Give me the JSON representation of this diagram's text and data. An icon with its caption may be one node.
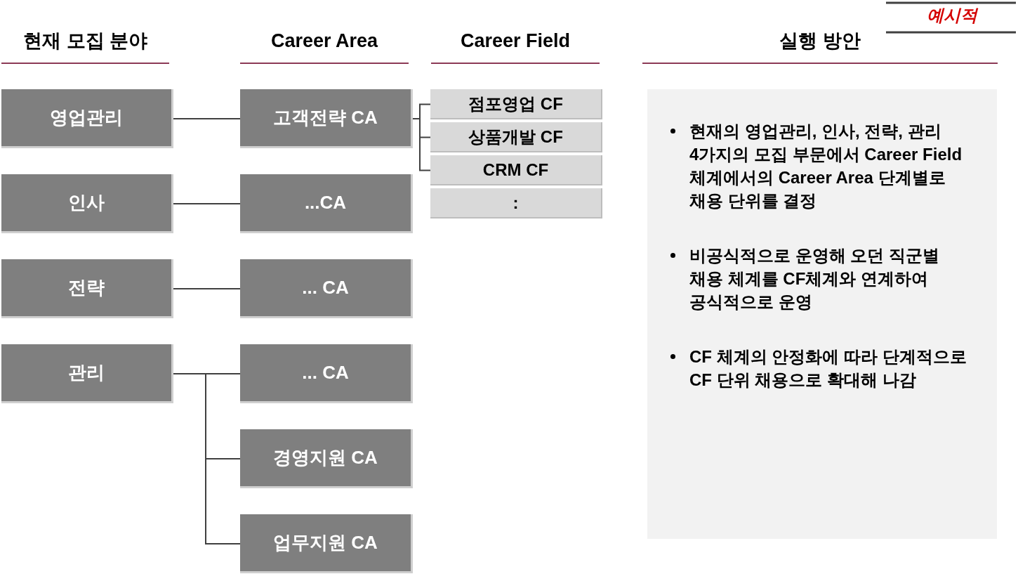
{
  "diagram": {
    "nodes": [
      {
        "text": [
          "영업관리"
        ]
      },
      {
        "text": [
          "인사"
        ]
      },
      {
        "text": [
          "전략"
        ]
      },
      {
        "text": [
          "관리"
        ]
      },
      {
        "text": [
          "고객전략 CA"
        ]
      },
      {
        "text": [
          "...CA"
        ]
      },
      {
        "text": [
          "... CA"
        ]
      },
      {
        "text": [
          "... CA"
        ]
      },
      {
        "text": [
          "경영지원 CA"
        ]
      },
      {
        "text": [
          "업무지원 CA"
        ]
      },
      {
        "text": [
          "점포영업 CF"
        ]
      },
      {
        "text": [
          "상품개발 CF"
        ]
      },
      {
        "text": [
          "CRM CF"
        ]
      },
      {
        "text": [
          ":"
        ]
      },
      {
        "text": [
          "현재의 영업관리, 인사, 전략, 관리 4가지의 모집 부문에서 Career Field 체계에서의 Career Area 단계별로 채용 단위를 결정",
          "비공식적으로 운영해 오던 직군별 채용 체계를 CF체계와 연계하여 공식적으로 운영",
          "CF 체계의 안정화에 따라 단계적으로 CF 단위 채용으로 확대해 나감"
        ]
      }
    ],
    "edges": [
      {
        "from": 0,
        "to": 4,
        "arrow": "none"
      },
      {
        "from": 1,
        "to": 5,
        "arrow": "none"
      },
      {
        "from": 2,
        "to": 6,
        "arrow": "none"
      },
      {
        "from": 3,
        "to": 7,
        "arrow": "none"
      },
      {
        "from": 3,
        "to": 8,
        "arrow": "none"
      },
      {
        "from": 3,
        "to": 9,
        "arrow": "none"
      },
      {
        "from": 4,
        "to": 10,
        "arrow": "none"
      },
      {
        "from": 4,
        "to": 11,
        "arrow": "none"
      },
      {
        "from": 4,
        "to": 12,
        "arrow": "none"
      }
    ],
    "labels": [
      "예시적",
      "현재 모집 분야",
      "Career Area",
      "Career Field",
      "실행 방안"
    ]
  }
}
